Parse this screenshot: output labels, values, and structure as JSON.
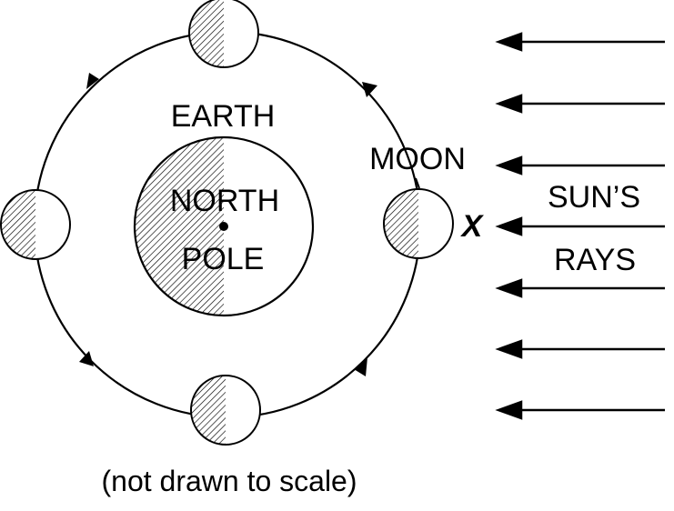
{
  "labels": {
    "earth": "EARTH",
    "north": "NORTH",
    "pole": "POLE",
    "moon": "MOON",
    "position_x": "X",
    "suns": "SUN’S",
    "rays": "RAYS",
    "note": "(not drawn to scale)"
  },
  "colors": {
    "ink": "#000000",
    "shade": "#000000",
    "background": "#ffffff"
  }
}
